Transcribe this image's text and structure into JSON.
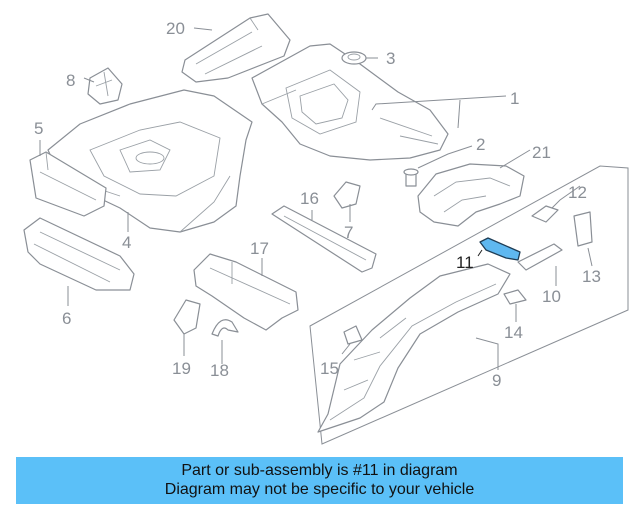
{
  "colors": {
    "banner": "#5bc0f8",
    "highlight": "#5fb8f0",
    "line": "#8a8f96"
  },
  "callouts": {
    "c1": "1",
    "c2": "2",
    "c3": "3",
    "c4": "4",
    "c5": "5",
    "c6": "6",
    "c7": "7",
    "c8": "8",
    "c9": "9",
    "c10": "10",
    "c11": "11",
    "c12": "12",
    "c13": "13",
    "c14": "14",
    "c15": "15",
    "c16": "16",
    "c17": "17",
    "c18": "18",
    "c19": "19",
    "c20": "20",
    "c21": "21"
  },
  "highlighted_part": "11",
  "banner": {
    "line1": "Part or sub-assembly is #11 in diagram",
    "line2": "Diagram may not be specific to your vehicle"
  }
}
